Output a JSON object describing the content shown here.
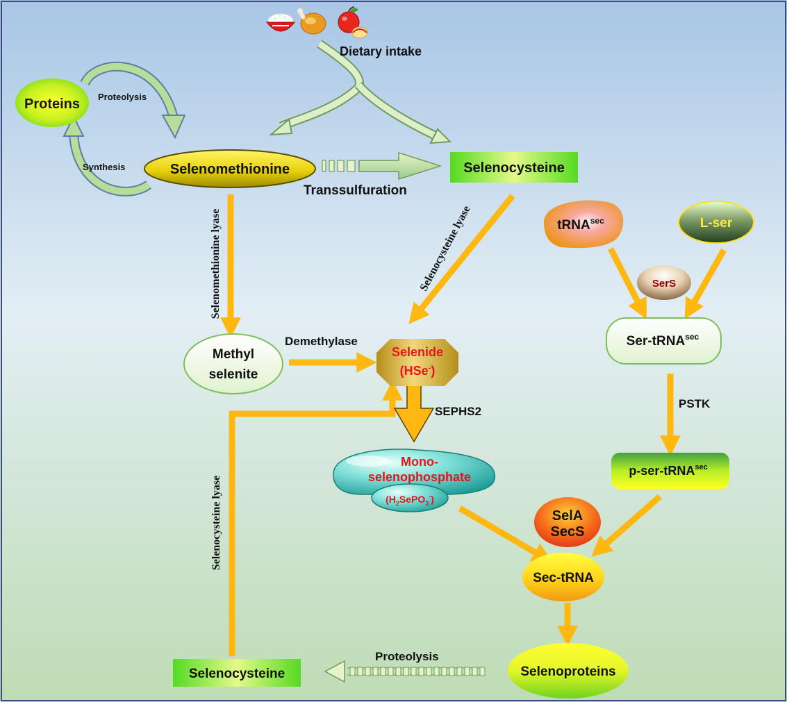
{
  "nodes": {
    "proteins": "Proteins",
    "selenomethionine": "Selenomethionine",
    "selenocysteine_top": "Selenocysteine",
    "trna_sec": {
      "base": "tRNA",
      "sup": "sec"
    },
    "l_ser": "L-ser",
    "sers": "SerS",
    "ser_trna": {
      "base": "Ser-tRNA",
      "sup": "sec"
    },
    "methyl_selenite_1": "Methyl",
    "methyl_selenite_2": "selenite",
    "selenide_1": "Selenide",
    "selenide_2": {
      "base": "(HSe",
      "sup": "-",
      "tail": ")"
    },
    "monoselenophosphate_1": "Mono-",
    "monoselenophosphate_2": "selenophosphate",
    "h2sepo3": {
      "p1": "(H",
      "sub1": "2",
      "p2": "SePO",
      "sub2": "3",
      "sup": "-",
      "p3": ")"
    },
    "p_ser_trna": {
      "base": "p-ser-tRNA",
      "sup": "sec"
    },
    "sela": "SelA",
    "secs": "SecS",
    "sec_trna": "Sec-tRNA",
    "selenoproteins": "Selenoproteins",
    "selenocysteine_bottom": "Selenocysteine"
  },
  "labels": {
    "dietary_intake": "Dietary intake",
    "proteolysis_cycle": "Proteolysis",
    "synthesis": "Synthesis",
    "transsulfuration": "Transsulfuration",
    "selenomethionine_lyase": "Selenomethionine lyase",
    "selenocysteine_lyase_diag": "Selenocysteine lyase",
    "selenocysteine_lyase_left": "Selenocysteine lyase",
    "demethylase": "Demethylase",
    "sephs2": "SEPHS2",
    "pstk": "PSTK",
    "proteolysis_bottom": "Proteolysis"
  },
  "food_icons": [
    "rice-bowl-icon",
    "chicken-leg-icon",
    "apple-icon"
  ],
  "colors": {
    "arrow": "#FFB711",
    "red_text": "#E8141B",
    "dark_red_text": "#8B0000",
    "green_box": "#66E025",
    "background_top": "#A9C7E6",
    "background_bottom": "#C0DDB8"
  }
}
